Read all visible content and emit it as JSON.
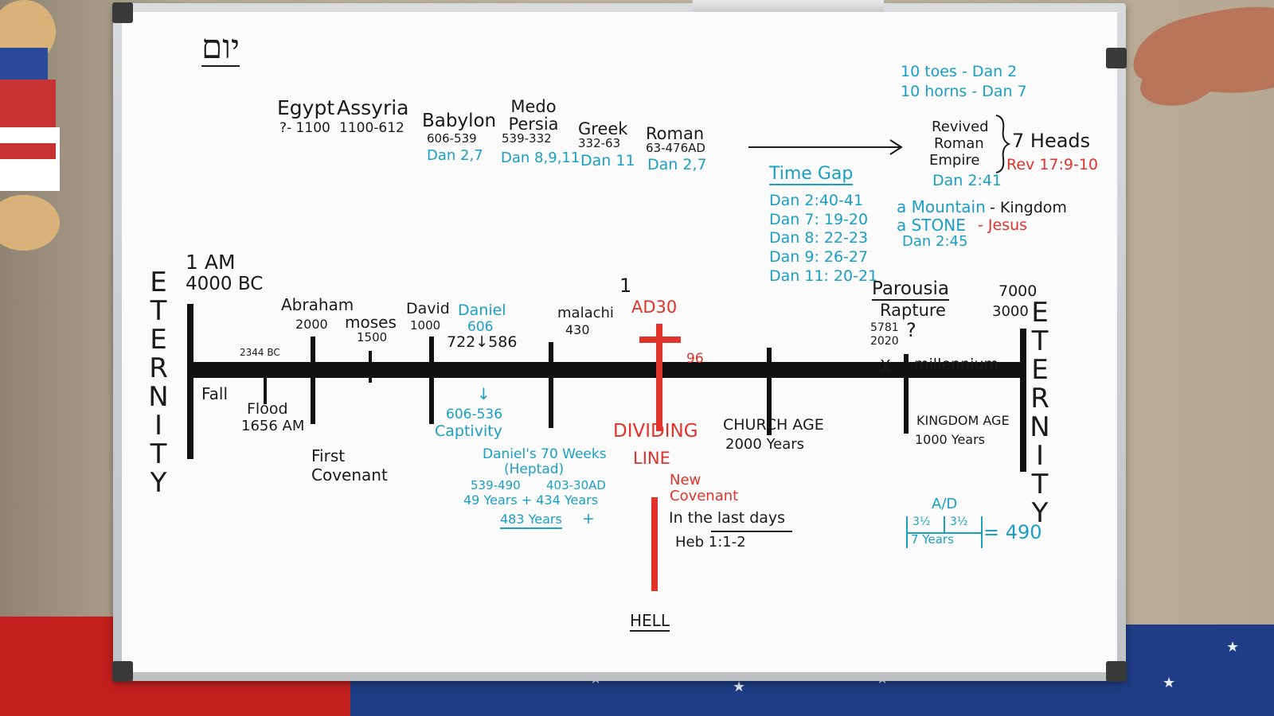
{
  "hebrew_word": "יום",
  "empires": [
    {
      "name": "Egypt",
      "dates": "?- 1100",
      "ref": ""
    },
    {
      "name": "Assyria",
      "dates": "1100-612",
      "ref": ""
    },
    {
      "name": "Babylon",
      "dates": "606-539",
      "ref": "Dan 2,7"
    },
    {
      "name": "Medo Persia",
      "dates": "539-332",
      "ref": "Dan 8,9,11"
    },
    {
      "name": "Greek",
      "dates": "332-63",
      "ref": "Dan 11"
    },
    {
      "name": "Roman",
      "dates": "63-476AD",
      "ref": "Dan 2,7"
    }
  ],
  "toes_note": "10 toes - Dan 2",
  "horns_note": "10 horns - Dan 7",
  "revived_roman_empire": [
    "Revived",
    "Roman",
    "Empire"
  ],
  "seven_heads": "7 Heads",
  "rev_ref": "Rev 17:9-10",
  "dan_241": "Dan 2:41",
  "time_gap": {
    "title": "Time Gap",
    "refs": [
      "Dan 2:40-41",
      "Dan 7: 19-20",
      "Dan 8: 22-23",
      "Dan 9: 26-27",
      "Dan 11: 20-21"
    ]
  },
  "mountain": {
    "a_mountain": "a Mountain",
    "kingdom": "- Kingdom",
    "a_stone": "a STONE",
    "jesus": "- Jesus",
    "ref": "Dan 2:45"
  },
  "eternity_letters": [
    "E",
    "T",
    "E",
    "R",
    "N",
    "I",
    "T",
    "Y"
  ],
  "timeline": {
    "start_1": "1 AM",
    "start_2": "4000 BC",
    "fall": "Fall",
    "flood_date": "2344 BC",
    "flood_1": "Flood",
    "flood_2": "1656 AM",
    "abraham": "Abraham",
    "abraham_date": "2000",
    "moses": "moses",
    "moses_date": "1500",
    "david": "David",
    "david_date": "1000",
    "daniel": "Daniel",
    "daniel_date": "606",
    "split": "722↓586",
    "malachi": "malachi",
    "malachi_date": "430",
    "one": "1",
    "ad30": "AD30",
    "ninety_six": "96",
    "parousia": "Parousia",
    "rapture": "Rapture",
    "year_5781": "5781",
    "year_2020": "2020",
    "question": "?",
    "x_mark": "X",
    "millennium": "millennium",
    "end_1": "7000",
    "end_2": "3000",
    "captivity_arrow": "↓",
    "captivity_years": "606-536",
    "captivity": "Captivity",
    "first_covenant_1": "First",
    "first_covenant_2": "Covenant",
    "dividing": "DIVIDING",
    "line": "LINE",
    "church_age": "CHURCH AGE",
    "church_years": "2000 Years",
    "kingdom_age": "KINGDOM AGE",
    "kingdom_years": "1000 Years"
  },
  "weeks": {
    "title": "Daniel's 70 Weeks",
    "subtitle": "(Heptad)",
    "range_1": "539-490",
    "range_2": "403-30AD",
    "years_line": "49 Years + 434 Years",
    "total": "483 Years",
    "plus": "+"
  },
  "covenant": {
    "new": "New",
    "covenant": "Covenant",
    "last_days": "In the last days",
    "heb": "Heb 1:1-2"
  },
  "ad_block": {
    "label": "A/D",
    "half_1": "3½",
    "half_2": "3½",
    "seven_years": "7 Years",
    "total": "= 490"
  },
  "hell": "HELL",
  "colors": {
    "ink_black": "#1a1a1a",
    "ink_cyan": "#1a9fc4",
    "ink_red": "#e2332b",
    "board": "#fbfbfb",
    "frame": "#c9cbcd"
  }
}
